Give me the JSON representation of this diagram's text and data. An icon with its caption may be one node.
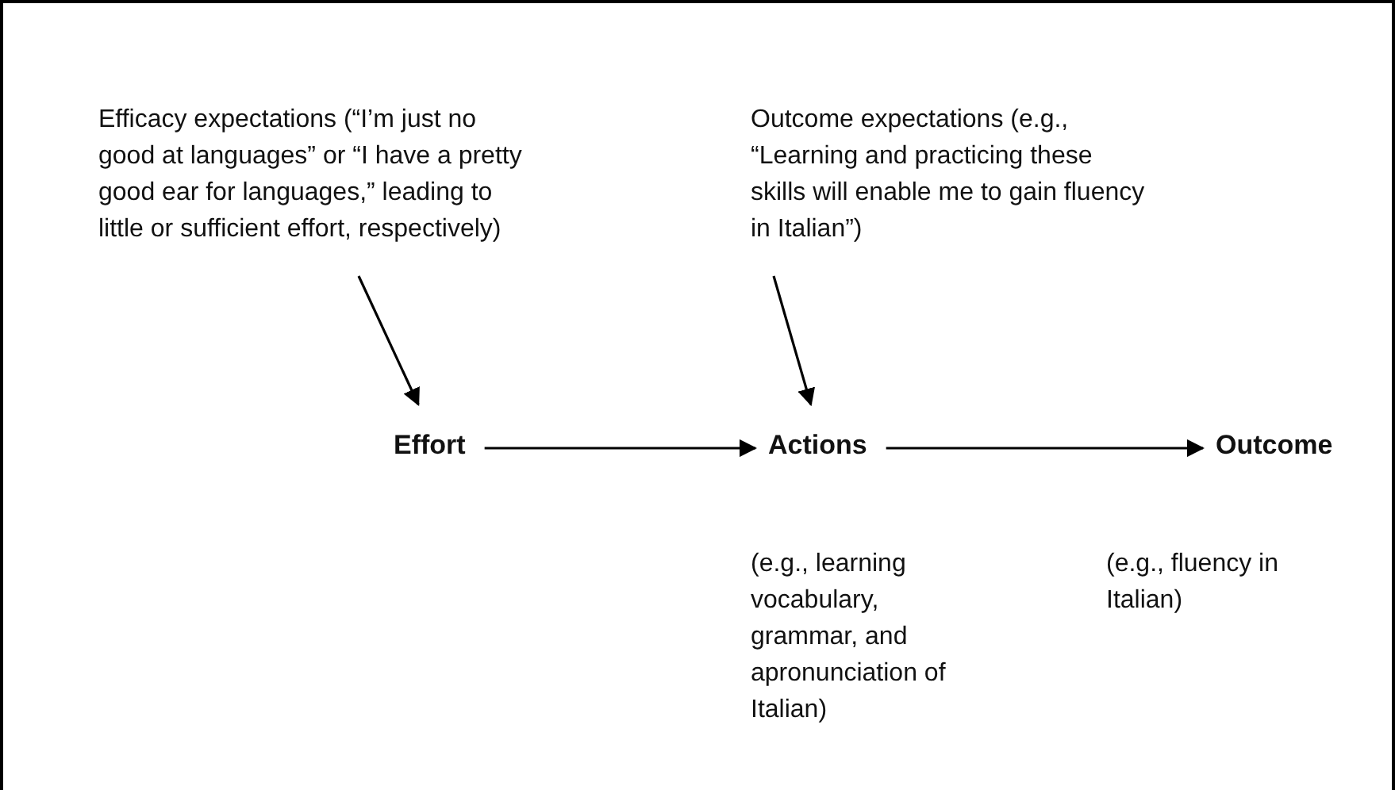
{
  "diagram": {
    "nodes": [
      {
        "text": [
          "Efficacy expectations (“I’m just no good at languages” or “I have a pretty good ear for languages,” leading to little or sufficient effort, respectively)"
        ]
      },
      {
        "text": [
          "Outcome expectations (e.g., “Learning and practicing these skills will enable me to gain fluency in Italian”)"
        ]
      },
      {
        "text": [
          "Effort"
        ]
      },
      {
        "text": [
          "Actions"
        ],
        "beside": [
          "(e.g., learning vocabulary, grammar, and apronunciation of Italian)"
        ]
      },
      {
        "text": [
          "Outcome"
        ],
        "beside": [
          "(e.g., fluency in Italian)"
        ]
      }
    ],
    "edges": [
      {
        "from": 0,
        "to": 2,
        "arrow": "to"
      },
      {
        "from": 1,
        "to": 3,
        "arrow": "to"
      },
      {
        "from": 2,
        "to": 3,
        "arrow": "to"
      },
      {
        "from": 3,
        "to": 4,
        "arrow": "to"
      }
    ]
  }
}
